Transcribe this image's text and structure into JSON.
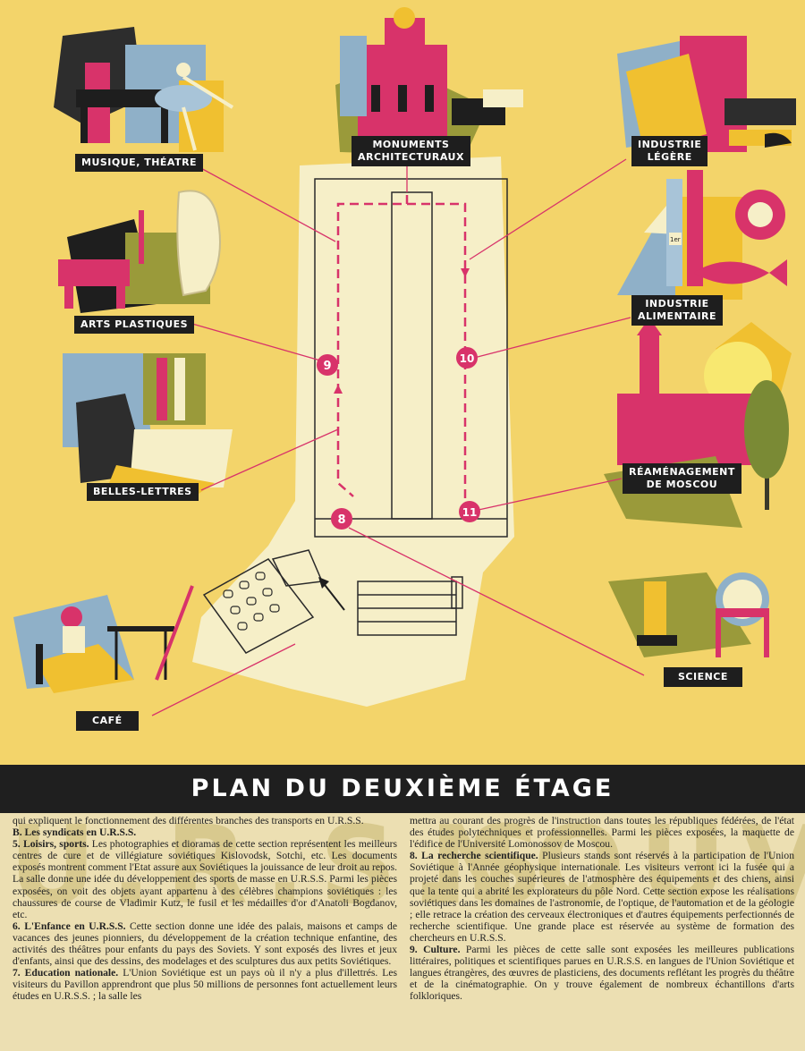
{
  "labels": {
    "musique": "MUSIQUE, THÉATRE",
    "monuments_1": "MONUMENTS",
    "monuments_2": "ARCHITECTURAUX",
    "legere_1": "INDUSTRIE",
    "legere_2": "LÉGÈRE",
    "arts": "ARTS PLASTIQUES",
    "alimentaire_1": "INDUSTRIE",
    "alimentaire_2": "ALIMENTAIRE",
    "lettres": "BELLES-LETTRES",
    "moscou_1": "RÉAMÉNAGEMENT",
    "moscou_2": "DE MOSCOU",
    "science": "SCIENCE",
    "cafe": "CAFÉ"
  },
  "markers": {
    "m9": "9",
    "m10": "10",
    "m8": "8",
    "m11": "11"
  },
  "bottle_label": "1er",
  "title": "PLAN DU DEUXIÈME ÉTAGE",
  "watermark": {
    "left": "U.R.S.S.",
    "right": "NOUVELLES"
  },
  "left_column": {
    "p1": "qui expliquent le fonctionnement des différentes branches des transports en U.R.S.S.",
    "h_b": "B. Les syndicats en U.R.S.S.",
    "h5": "5. Loisirs, sports.",
    "p5": " Les photographies et dioramas de cette section représentent les meilleurs centres de cure et de villégiature soviétiques Kislovodsk, Sotchi, etc. Les documents exposés montrent comment l'Etat assure aux Soviétiques la jouissance de leur droit au repos. La salle donne une idée du développement des sports de masse en U.R.S.S. Parmi les pièces exposées, on voit des objets ayant appartenu à des célèbres champions soviétiques : les chaussures de course de Vladimir Kutz, le fusil et les médailles d'or d'Anatoli Bogdanov, etc.",
    "h6": "6. L'Enfance en U.R.S.S.",
    "p6": " Cette section donne une idée des palais, maisons et camps de vacances des jeunes pionniers, du développement de la création technique enfantine, des activités des théâtres pour enfants du pays des Soviets. Y sont exposés des livres et jeux d'enfants, ainsi que des dessins, des modelages et des sculptures dus aux petits Soviétiques.",
    "h7": "7. Education nationale.",
    "p7": " L'Union Soviétique est un pays où il n'y a plus d'illettrés. Les visiteurs du Pavillon apprendront que plus 50 millions de personnes font actuellement leurs études en U.R.S.S. ; la salle les"
  },
  "right_column": {
    "p1": "mettra au courant des progrès de l'instruction dans toutes les républiques fédérées, de l'état des études polytechniques et professionnelles. Parmi les pièces exposées, la maquette de l'édifice de l'Université Lomonossov de Moscou.",
    "h8": "8. La recherche scientifique.",
    "p8": " Plusieurs stands sont réservés à la participation de l'Union Soviétique à l'Année géophysique internationale. Les visiteurs verront ici la fusée qui a projeté dans les couches supérieures de l'atmosphère des équipements et des chiens, ainsi que la tente qui a abrité les explorateurs du pôle Nord. Cette section expose les réalisations soviétiques dans les domaines de l'astronomie, de l'optique, de l'automation et de la géologie ; elle retrace la création des cerveaux électroniques et d'autres équipements perfectionnés de recherche scientifique. Une grande place est réservée au système de formation des chercheurs en U.R.S.S.",
    "h9": "9. Culture.",
    "p9": " Parmi les pièces de cette salle sont exposées les meilleures publications littéraires, politiques et scientifiques parues en U.R.S.S. en langues de l'Union Soviétique et langues étrangères, des œuvres de plasticiens, des documents reflétant les progrès du théâtre et de la cinématographie. On y trouve également de nombreux échantillons d'arts folkloriques."
  },
  "colors": {
    "yellow": "#f3d46a",
    "pink": "#d8336a",
    "blue": "#8fb0c8",
    "olive": "#9a9a3a",
    "dark": "#1e1e1e",
    "paper": "#ecdfb2"
  }
}
